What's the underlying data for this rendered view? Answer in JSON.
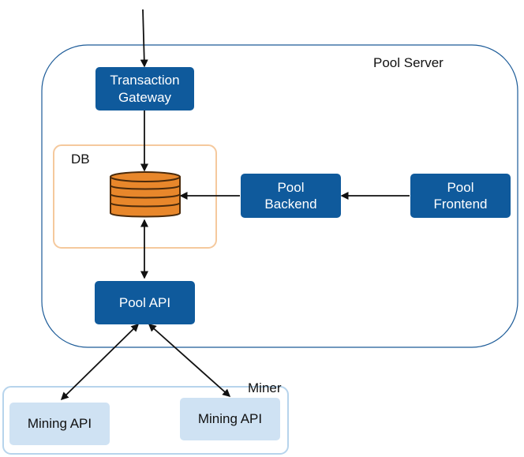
{
  "diagram": {
    "containers": {
      "pool_server": {
        "label": "Pool Server"
      },
      "db": {
        "label": "DB"
      },
      "miner": {
        "label": "Miner"
      }
    },
    "nodes": {
      "transaction_gateway": {
        "label": "Transaction\nGateway"
      },
      "pool_backend": {
        "label": "Pool\nBackend"
      },
      "pool_frontend": {
        "label": "Pool\nFrontend"
      },
      "pool_api": {
        "label": "Pool API"
      },
      "mining_api_left": {
        "label": "Mining API"
      },
      "mining_api_right": {
        "label": "Mining API"
      }
    },
    "colors": {
      "node_dark": "#0f5a9c",
      "node_light": "#cfe2f3",
      "pool_server_border": "#1c5b98",
      "db_border": "#f5c99d",
      "miner_border": "#b7d4ec",
      "database_fill": "#e8872b",
      "database_stroke": "#4a2a0b",
      "arrow": "#111111"
    },
    "edges": [
      {
        "from": "external-input",
        "to": "transaction_gateway",
        "direction": "forward"
      },
      {
        "from": "transaction_gateway",
        "to": "database",
        "direction": "forward"
      },
      {
        "from": "pool_backend",
        "to": "database",
        "direction": "forward"
      },
      {
        "from": "pool_frontend",
        "to": "pool_backend",
        "direction": "forward"
      },
      {
        "from": "database",
        "to": "pool_api",
        "direction": "both"
      },
      {
        "from": "pool_api",
        "to": "mining_api_left",
        "direction": "both"
      },
      {
        "from": "pool_api",
        "to": "mining_api_right",
        "direction": "both"
      }
    ]
  }
}
